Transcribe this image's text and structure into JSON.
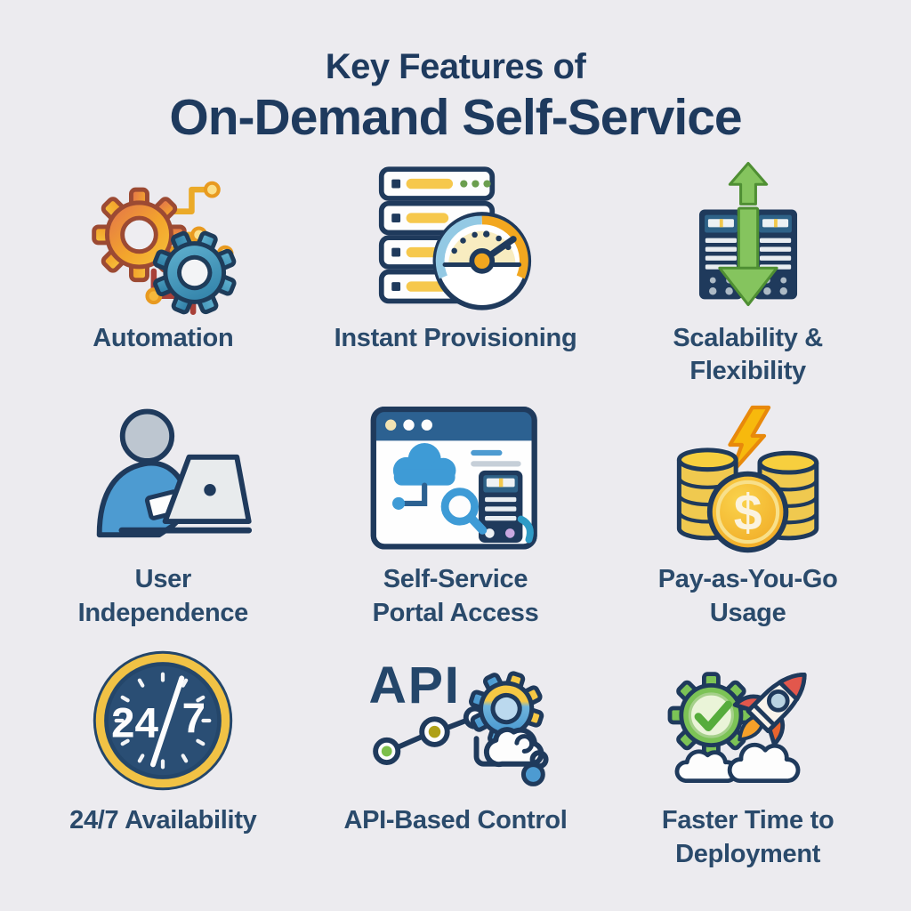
{
  "title": {
    "line1": "Key Features of",
    "line2": "On-Demand Self-Service"
  },
  "features": [
    {
      "id": "automation",
      "label": "Automation",
      "icon": "gears-circuit-icon"
    },
    {
      "id": "instant-provisioning",
      "label": "Instant Provisioning",
      "icon": "server-gauge-icon"
    },
    {
      "id": "scalability",
      "label": "Scalability &\nFlexibility",
      "icon": "servers-up-down-arrows-icon"
    },
    {
      "id": "user-independence",
      "label": "User\nIndependence",
      "icon": "person-laptop-icon"
    },
    {
      "id": "portal-access",
      "label": "Self-Service\nPortal Access",
      "icon": "browser-cloud-server-icon"
    },
    {
      "id": "pay-as-you-go",
      "label": "Pay-as-You-Go\nUsage",
      "icon": "coins-dollar-lightning-icon"
    },
    {
      "id": "availability",
      "label": "24/7 Availability",
      "icon": "clock-24-7-icon"
    },
    {
      "id": "api-control",
      "label": "API-Based Control",
      "icon": "api-gear-cloud-icon"
    },
    {
      "id": "deployment",
      "label": "Faster Time to\nDeployment",
      "icon": "rocket-gear-check-icon"
    }
  ],
  "icon_text": {
    "clock_left": "24",
    "clock_right": "7",
    "api": "API",
    "dollar": "$"
  },
  "colors": {
    "background": "#ECEBEF",
    "navy_outline": "#1F3A5C",
    "title_text": "#1E3A5E",
    "label_text": "#2A4A6B",
    "orange_gear": "#F3A52C",
    "teal_gear": "#2C7CA4",
    "green_arrow": "#85C45E",
    "gold_coin": "#F2C94C",
    "blue_accent": "#3E9BD6",
    "red_accent": "#E2574C",
    "green_gear": "#7CC356",
    "yellow_bolt": "#F7B90D"
  }
}
